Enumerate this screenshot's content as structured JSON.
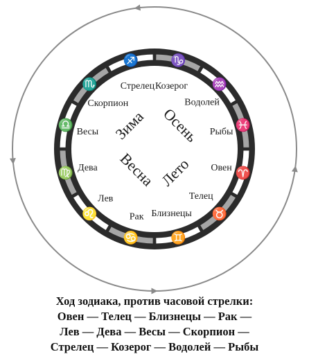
{
  "diagram": {
    "seasons": [
      {
        "id": "winter",
        "label": "Зима"
      },
      {
        "id": "autumn",
        "label": "Осень"
      },
      {
        "id": "spring",
        "label": "Весна"
      },
      {
        "id": "summer",
        "label": "Лето"
      }
    ],
    "signs": [
      {
        "id": "capricorn",
        "label": "Козерог",
        "glyph": "♑",
        "shade": "dark"
      },
      {
        "id": "sagittarius",
        "label": "Стрелец",
        "glyph": "♐",
        "shade": "light"
      },
      {
        "id": "scorpio",
        "label": "Скорпион",
        "glyph": "♏",
        "shade": "dark"
      },
      {
        "id": "libra",
        "label": "Весы",
        "glyph": "♎",
        "shade": "light"
      },
      {
        "id": "virgo",
        "label": "Дева",
        "glyph": "♍",
        "shade": "dark"
      },
      {
        "id": "leo",
        "label": "Лев",
        "glyph": "♌",
        "shade": "light"
      },
      {
        "id": "cancer",
        "label": "Рак",
        "glyph": "♋",
        "shade": "dark"
      },
      {
        "id": "gemini",
        "label": "Близнецы",
        "glyph": "♊",
        "shade": "light"
      },
      {
        "id": "taurus",
        "label": "Телец",
        "glyph": "♉",
        "shade": "dark"
      },
      {
        "id": "aries",
        "label": "Овен",
        "glyph": "♈",
        "shade": "light"
      },
      {
        "id": "pisces",
        "label": "Рыбы",
        "glyph": "♓",
        "shade": "dark"
      },
      {
        "id": "aquarius",
        "label": "Водолей",
        "glyph": "♒",
        "shade": "light"
      }
    ],
    "colors": {
      "ring_dark": "#2b2b2b",
      "cell_dark": "#a6a6a6",
      "cell_light": "#ffffff",
      "arrow": "#8a8a8a"
    }
  },
  "caption": {
    "line1": "Ход зодиака, против часовой стрелки:",
    "line2": "Овен — Телец — Близнецы — Рак —",
    "line3": "Лев — Дева — Весы — Скорпион —",
    "line4": "Стрелец — Козерог — Водолей — Рыбы"
  }
}
